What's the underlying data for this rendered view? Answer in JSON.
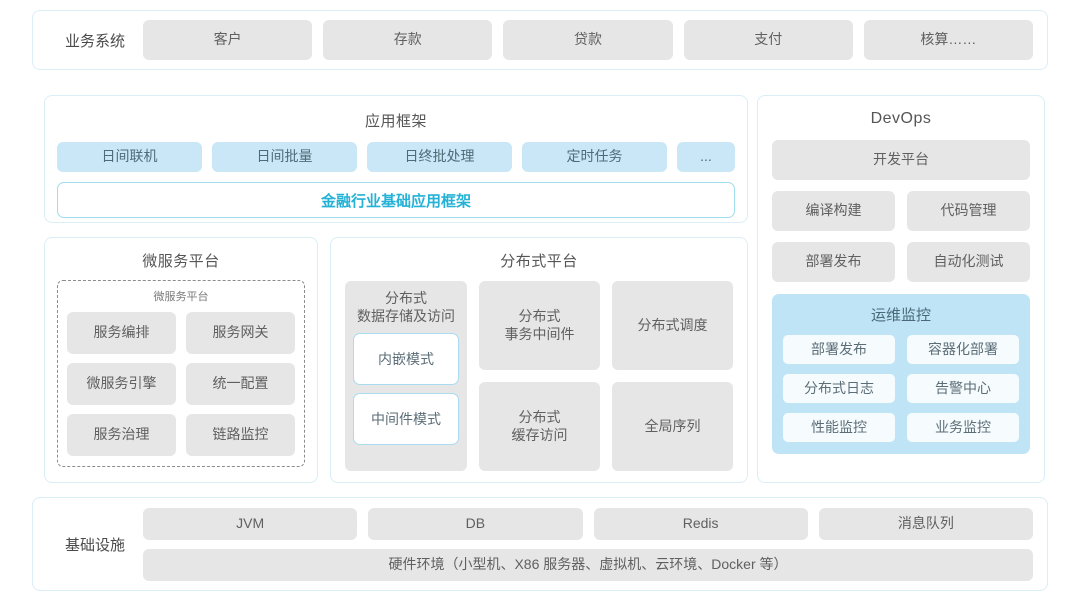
{
  "business_row": {
    "label": "业务系统",
    "items": [
      "客户",
      "存款",
      "贷款",
      "支付",
      "核算……"
    ]
  },
  "app_framework": {
    "title": "应用框架",
    "chips": [
      "日间联机",
      "日间批量",
      "日终批处理",
      "定时任务"
    ],
    "more_chip": "...",
    "banner": "金融行业基础应用框架"
  },
  "microservice": {
    "title": "微服务平台",
    "inner_title": "微服务平台",
    "items": [
      "服务编排",
      "服务网关",
      "微服务引擎",
      "统一配置",
      "服务治理",
      "链路监控"
    ]
  },
  "distributed": {
    "title": "分布式平台",
    "col1": {
      "head": "分布式\n数据存储及访问",
      "head_line1": "分布式",
      "head_line2": "数据存储及访问",
      "modes": [
        "内嵌模式",
        "中间件模式"
      ]
    },
    "items": [
      {
        "line1": "分布式",
        "line2": "事务中间件"
      },
      {
        "line1": "分布式调度",
        "line2": ""
      },
      {
        "line1": "分布式",
        "line2": "缓存访问"
      },
      {
        "line1": "全局序列",
        "line2": ""
      }
    ]
  },
  "devops": {
    "title": "DevOps",
    "platform": "开发平台",
    "items": [
      "编译构建",
      "代码管理",
      "部署发布",
      "自动化测试"
    ],
    "ops": {
      "title": "运维监控",
      "items": [
        "部署发布",
        "容器化部署",
        "分布式日志",
        "告警中心",
        "性能监控",
        "业务监控"
      ]
    }
  },
  "infrastructure": {
    "label": "基础设施",
    "items": [
      "JVM",
      "DB",
      "Redis",
      "消息队列"
    ],
    "hardware": "硬件环境（小型机、X86 服务器、虚拟机、云环境、Docker 等）"
  },
  "colors": {
    "panel_border": "#daeef6",
    "chip_gray": "#e6e6e6",
    "chip_blue": "#c9e7f7",
    "accent_teal": "#24b2d6",
    "ops_panel": "#bfe4f6"
  }
}
